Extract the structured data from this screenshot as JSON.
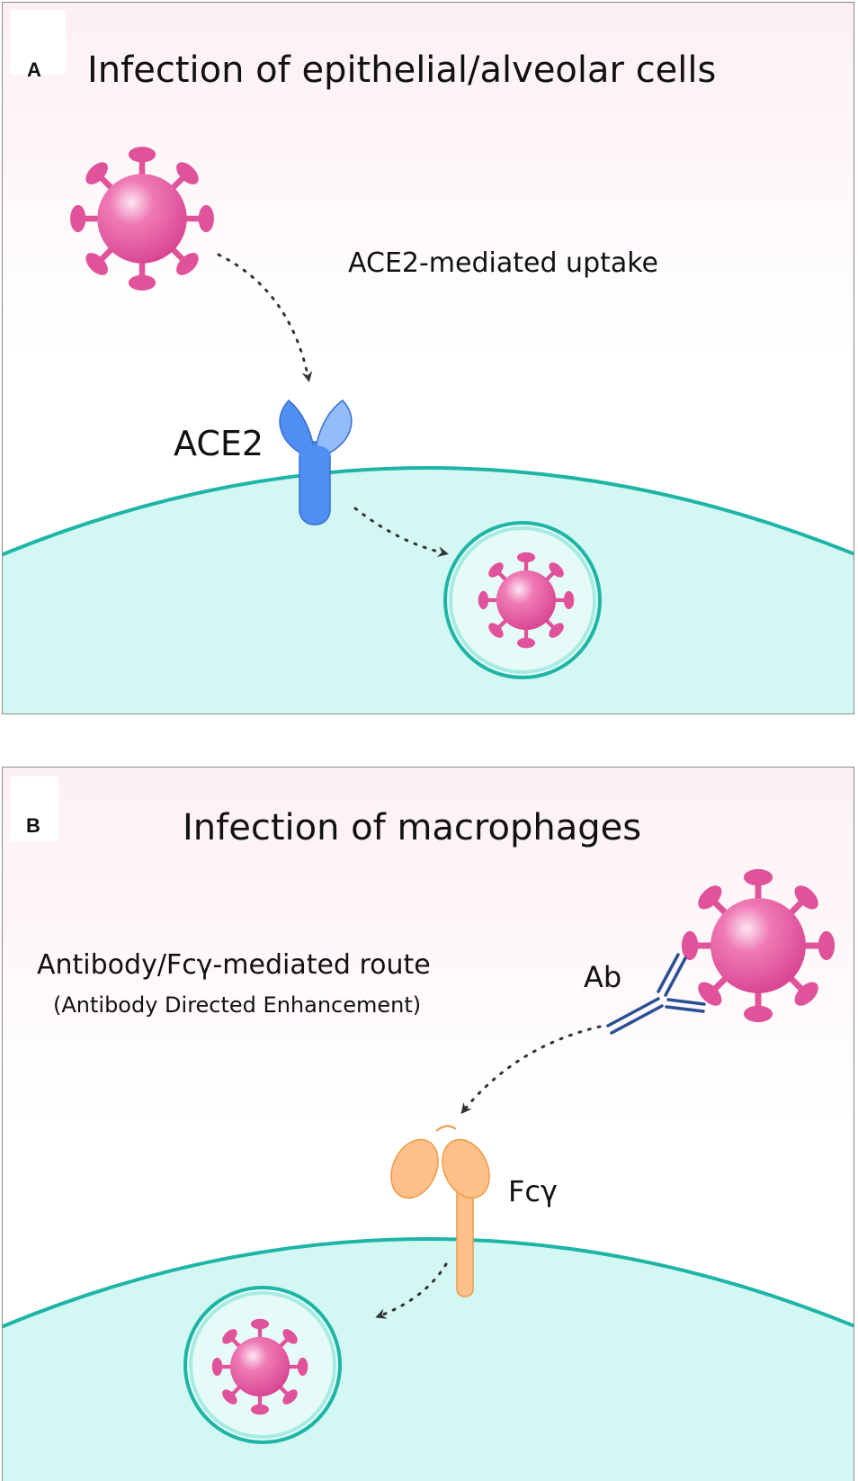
{
  "panel_a": {
    "letter": "A",
    "title": "Infection of epithelial/alveolar cells",
    "route_label": "ACE2-mediated uptake",
    "receptor_label": "ACE2"
  },
  "panel_b": {
    "letter": "B",
    "title": "Infection of macrophages",
    "route_label": "Antibody/Fcγ-mediated route",
    "route_sublabel": "(Antibody Directed Enhancement)",
    "antibody_label": "Ab",
    "receptor_label": "Fcγ"
  },
  "colors": {
    "virus": "#e0529a",
    "cell_fill": "#d3f8f4",
    "cell_membrane": "#1fb5a6",
    "ace2": "#4f8ef2",
    "fc_receptor": "#ffc08a",
    "antibody": "#2b4f96",
    "arrow": "#333333"
  },
  "icons": [
    "virus-icon",
    "ace2-receptor-icon",
    "endosome-icon",
    "antibody-icon",
    "fc-receptor-icon",
    "arrow-icon"
  ]
}
